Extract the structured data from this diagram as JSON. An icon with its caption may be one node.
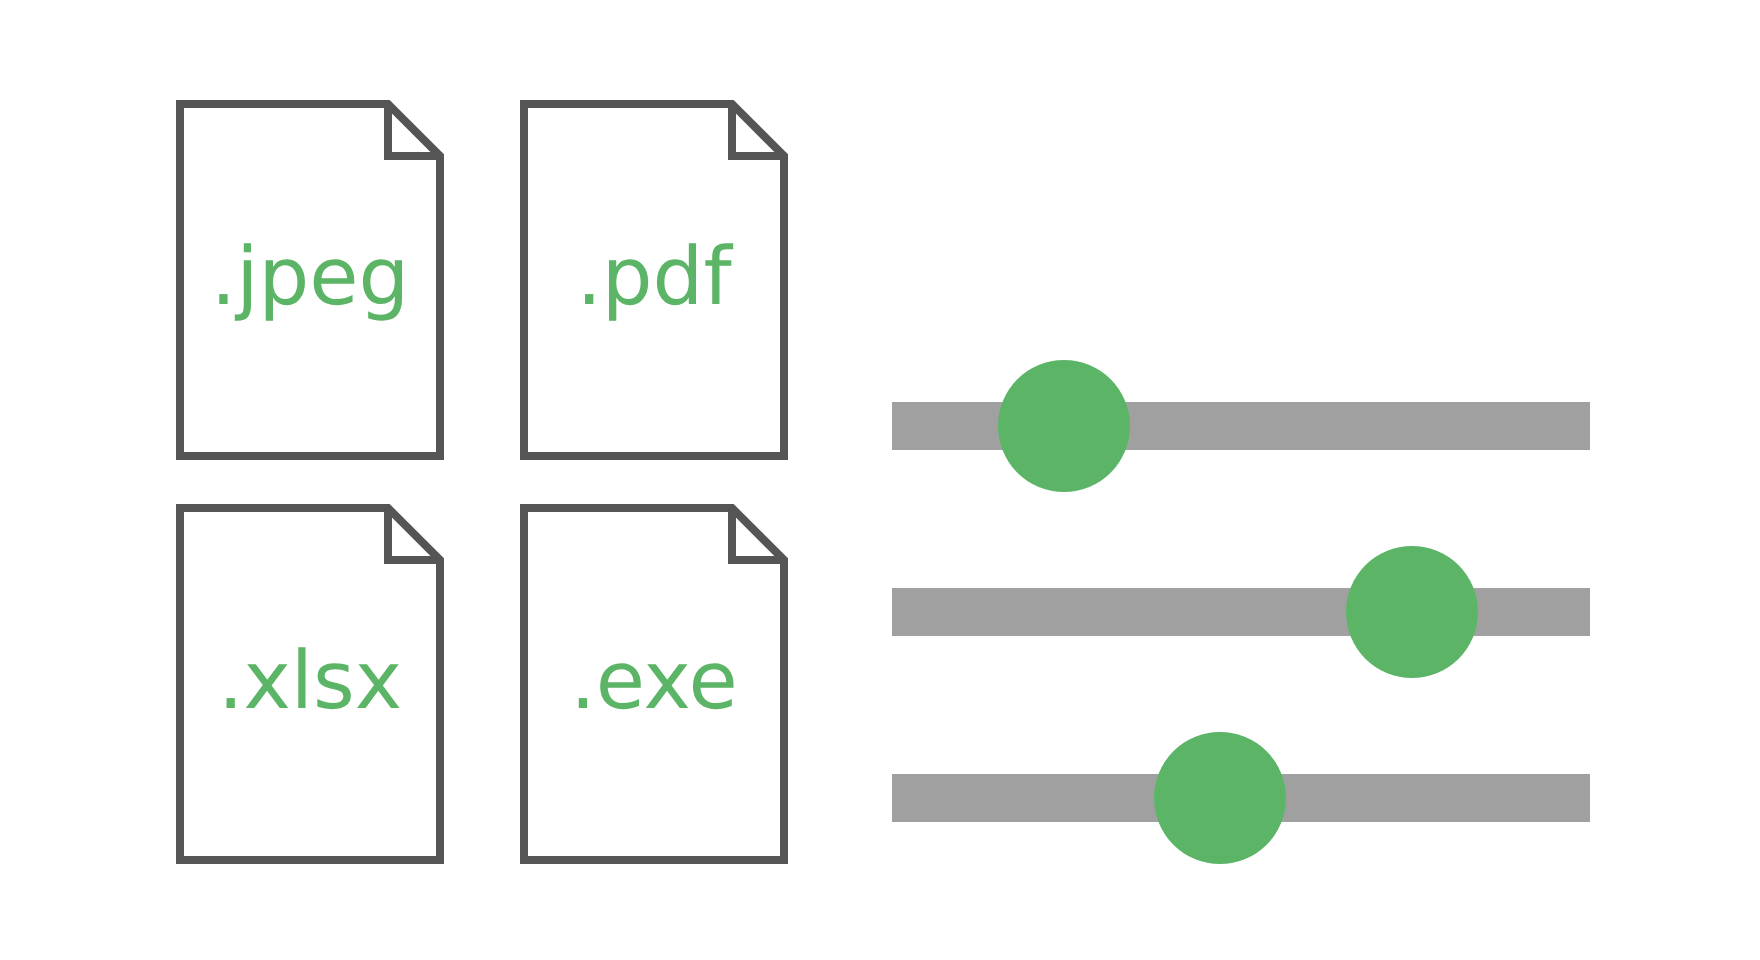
{
  "diagram": {
    "nodes": [
      {
        "text": [
          ".jpeg"
        ]
      },
      {
        "text": [
          ".pdf"
        ]
      },
      {
        "text": [
          ".xlsx"
        ]
      },
      {
        "text": [
          ".exe"
        ]
      }
    ]
  }
}
